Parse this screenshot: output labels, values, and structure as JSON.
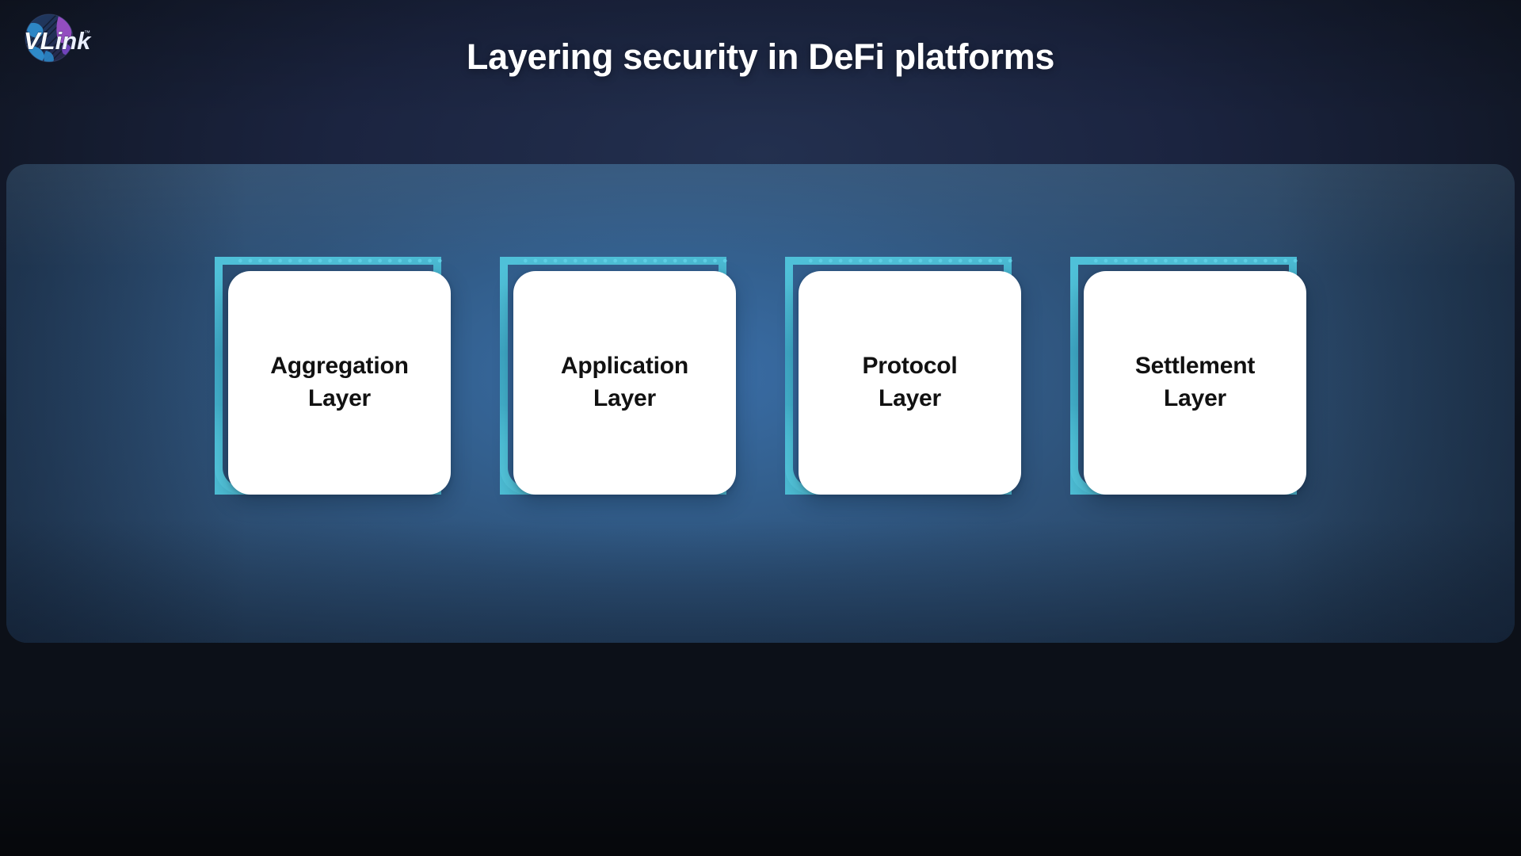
{
  "slide": {
    "title": "Layering security in DeFi platforms",
    "background_dark": "#131a2b",
    "panel_accent": "#33608f",
    "frame_accent": "#4fc2d9",
    "card_bg": "#ffffff",
    "card_text_color": "#111111"
  },
  "logo": {
    "name": "vlink-logo",
    "wordmark": "VLink",
    "trademark": "™",
    "globe_colors": [
      "#2f9bd6",
      "#7b4fd0",
      "#a855c8",
      "#1f6fb2"
    ]
  },
  "layers": [
    {
      "label": "Aggregation\nLayer",
      "name": "aggregation-layer"
    },
    {
      "label": "Application\nLayer",
      "name": "application-layer"
    },
    {
      "label": "Protocol\nLayer",
      "name": "protocol-layer"
    },
    {
      "label": "Settlement\nLayer",
      "name": "settlement-layer"
    }
  ]
}
